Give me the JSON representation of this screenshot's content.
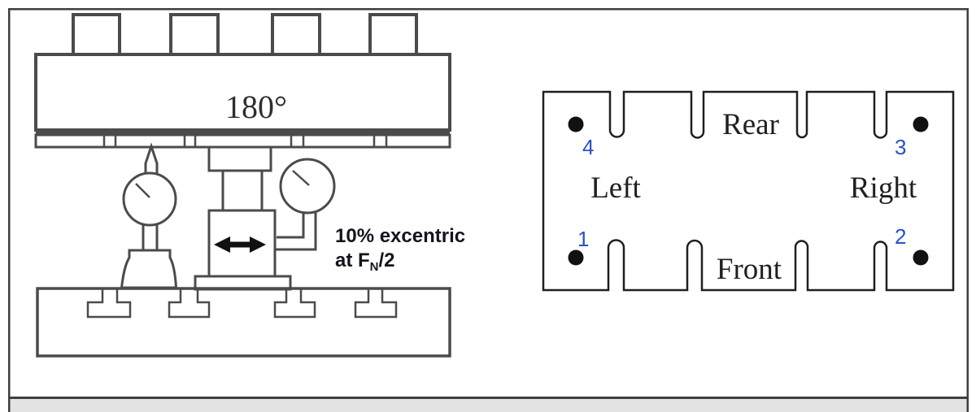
{
  "frame": {
    "border_color": "#3f3f3f",
    "footer_strip_color": "#e3e3e3"
  },
  "left_diagram": {
    "platen_label": "180°",
    "annotation": {
      "line1": "10% excentric",
      "line2_prefix": "at F",
      "line2_subscript": "N",
      "line2_suffix": "/2"
    },
    "stroke_color": "#4b4b4b",
    "label_color": "#2e2e2e",
    "annotation_color": "#14141f"
  },
  "right_diagram": {
    "stroke_color": "#1f1f1f",
    "label_color": "#1f1f1f",
    "number_color": "#2950c8",
    "dot_color": "#111111",
    "side_labels": {
      "rear": "Rear",
      "front": "Front",
      "left": "Left",
      "right": "Right"
    },
    "position_markers": [
      {
        "number": "1",
        "corner": "front-left"
      },
      {
        "number": "2",
        "corner": "front-right"
      },
      {
        "number": "3",
        "corner": "rear-right"
      },
      {
        "number": "4",
        "corner": "rear-left"
      }
    ]
  }
}
